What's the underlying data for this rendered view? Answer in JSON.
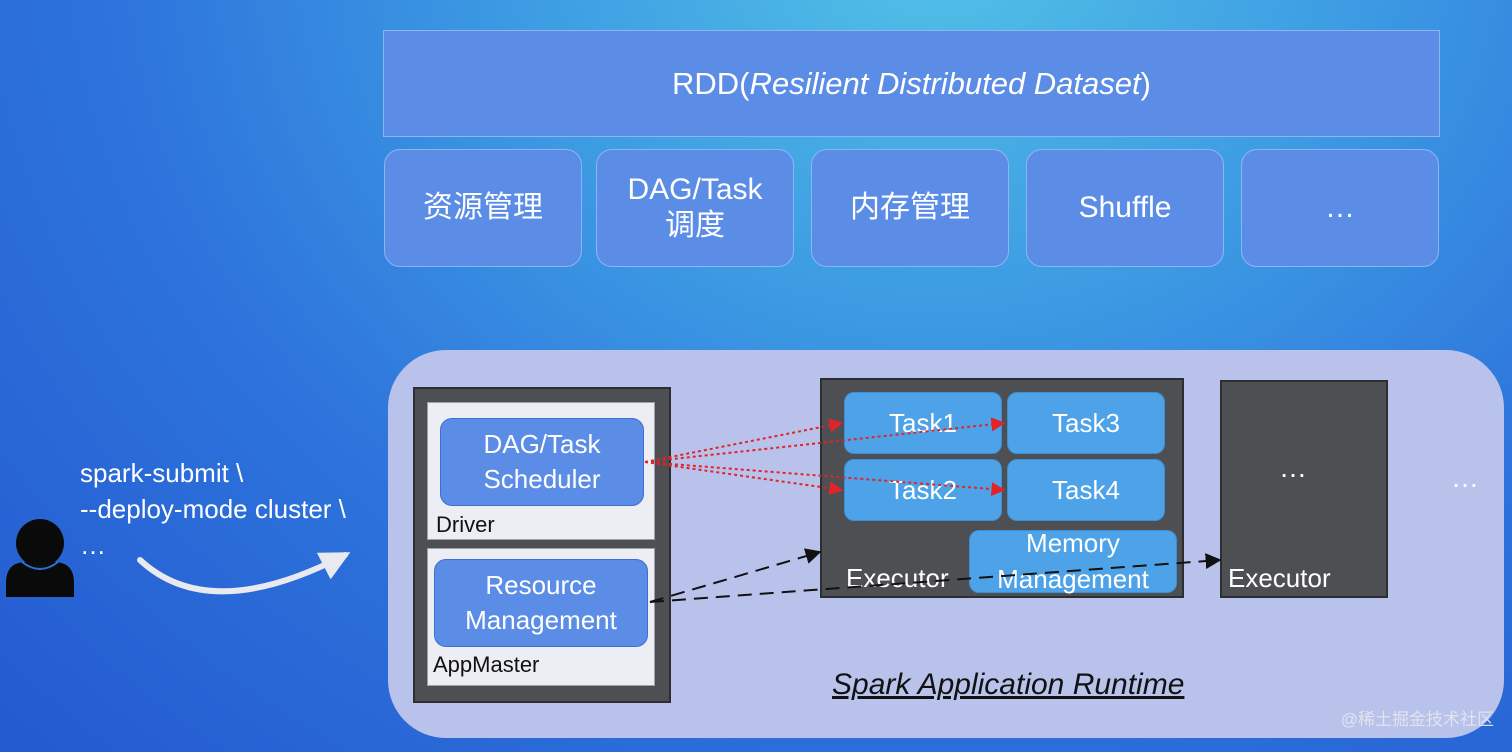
{
  "rdd": {
    "prefix": "RDD(",
    "italic": "Resilient Distributed Dataset",
    "suffix": ")"
  },
  "modules": [
    "资源管理",
    "DAG/Task\n调度",
    "内存管理",
    "Shuffle",
    "…"
  ],
  "command": {
    "text": "spark-submit \\\n--deploy-mode cluster \\\n…"
  },
  "driver": {
    "scheduler_label": "DAG/Task\nScheduler",
    "panel_label": "Driver"
  },
  "appmaster": {
    "resource_label": "Resource\nManagement",
    "panel_label": "AppMaster"
  },
  "executor_main": {
    "tasks": [
      "Task1",
      "Task3",
      "Task2",
      "Task4"
    ],
    "memory_label": "Memory\nManagement",
    "label": "Executor"
  },
  "executor_second": {
    "ellipsis": "…",
    "label": "Executor"
  },
  "trailing_ellipsis": "…",
  "caption": "Spark Application Runtime",
  "watermark": "@稀土掘金技术社区",
  "colors": {
    "module_fill": "#5b8de6",
    "task_fill": "#4ea3e8",
    "runtime_bg": "#b8c2ea",
    "executor_fill": "#4e4f52",
    "arrow_red": "#e0242a"
  }
}
